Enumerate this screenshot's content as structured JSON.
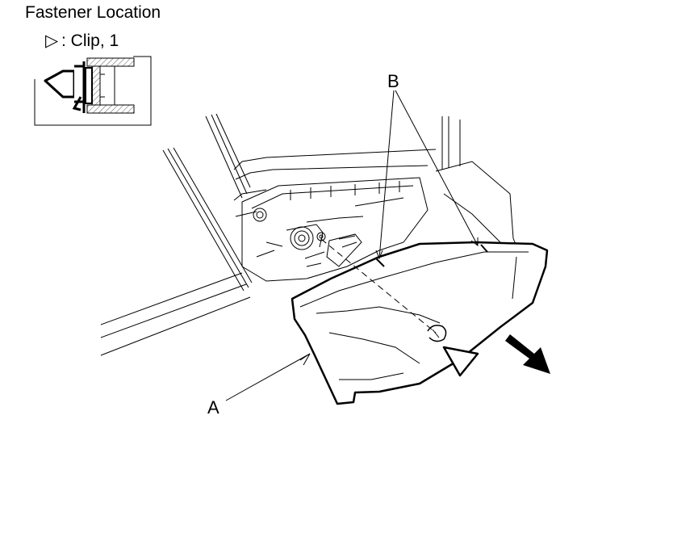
{
  "header": {
    "title": "Fastener Location",
    "legend_symbol": "▷",
    "legend_text": ": Clip, 1"
  },
  "callouts": {
    "a": "A",
    "b": "B"
  },
  "icons": {
    "clip_legend": "open-triangle-clip-icon",
    "clip_detail": "push-clip-cross-section-icon",
    "removal_direction": "removal-direction-arrow-icon"
  },
  "colors": {
    "line": "#000000",
    "background": "#ffffff",
    "hatch": "#555555"
  }
}
